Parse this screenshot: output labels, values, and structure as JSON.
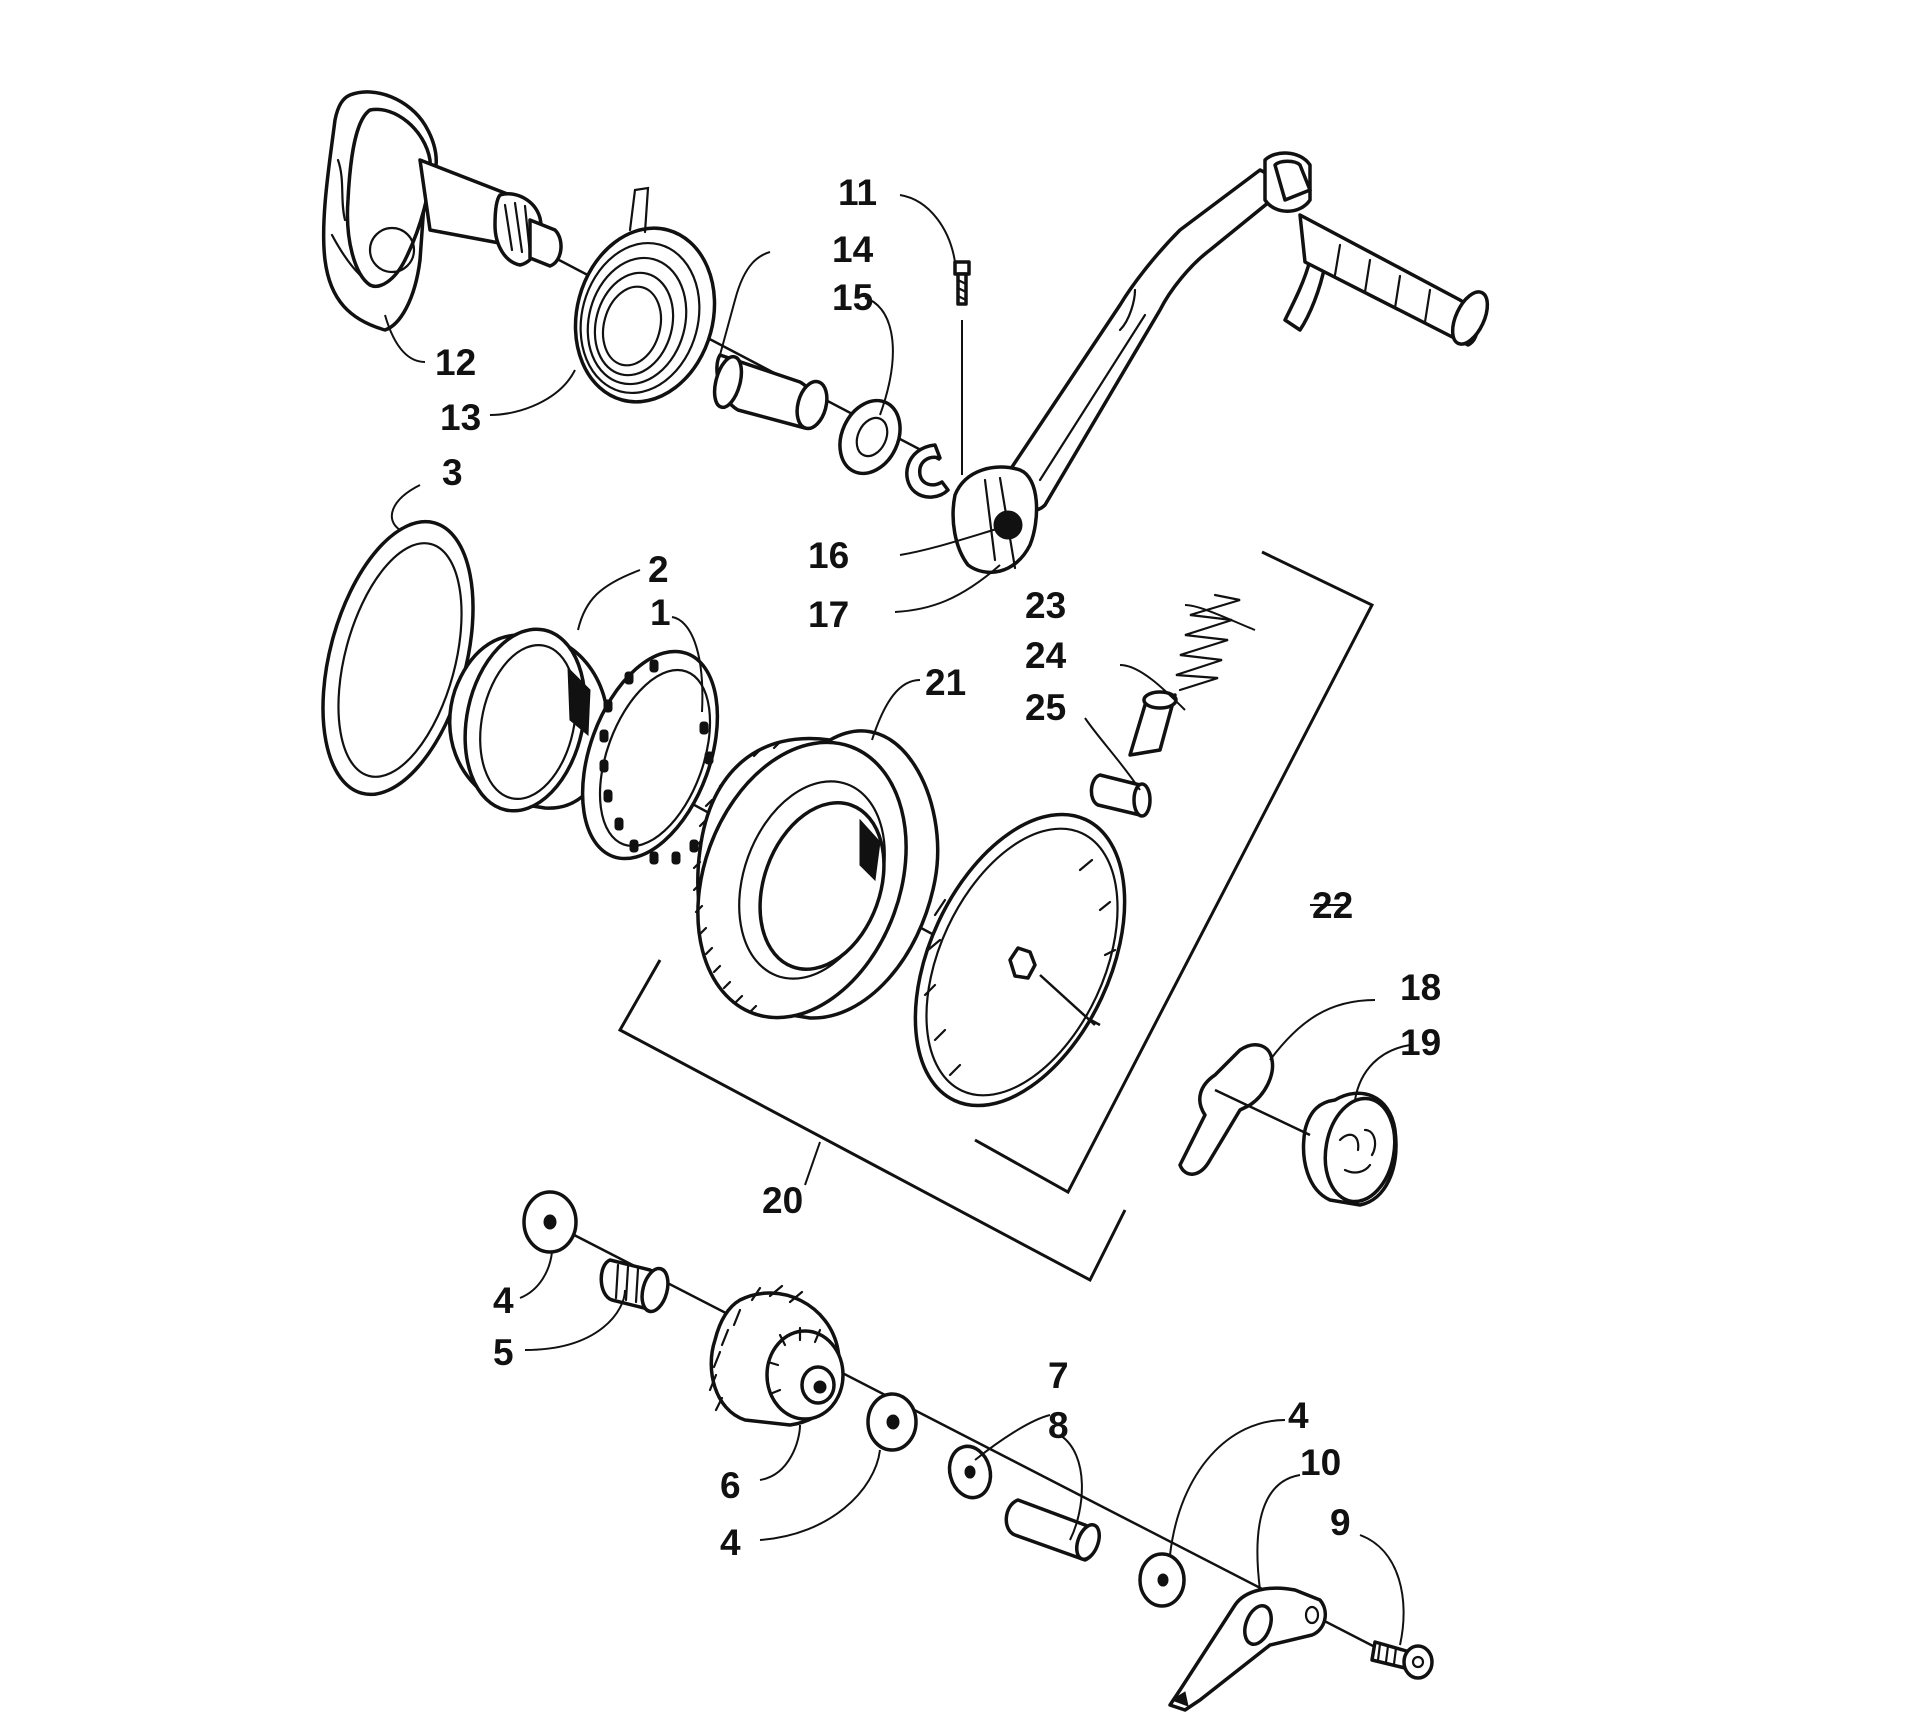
{
  "figure": {
    "type": "exploded-parts-diagram",
    "line_color": "#111111",
    "background": "#ffffff"
  },
  "callouts": {
    "c1": "1",
    "c2": "2",
    "c3": "3",
    "c4a": "4",
    "c4b": "4",
    "c4c": "4",
    "c5": "5",
    "c6": "6",
    "c7": "7",
    "c8": "8",
    "c9": "9",
    "c10": "10",
    "c11": "11",
    "c12": "12",
    "c13": "13",
    "c14": "14",
    "c15": "15",
    "c16": "16",
    "c17": "17",
    "c18": "18",
    "c19": "19",
    "c20": "20",
    "c21": "21",
    "c22": "22",
    "c23": "23",
    "c24": "24",
    "c25": "25"
  }
}
